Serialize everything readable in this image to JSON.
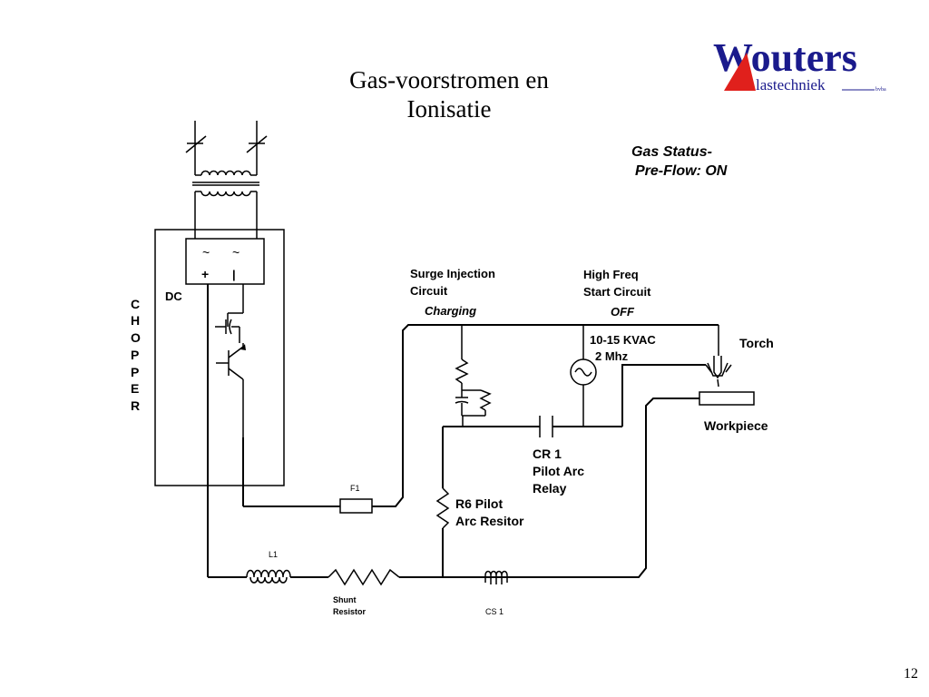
{
  "slide": {
    "title_line1": "Gas-voorstromen en",
    "title_line2": "Ionisatie",
    "page_number": "12"
  },
  "logo": {
    "brand": "Wouters",
    "sub": "lastechniek",
    "suffix": "bvba",
    "brand_color": "#1a1a8c",
    "accent_color": "#e0201c"
  },
  "gas_status": {
    "line1": "Gas Status-",
    "line2": "Pre-Flow: ON"
  },
  "labels": {
    "chopper": [
      "C",
      "H",
      "O",
      "P",
      "P",
      "E",
      "R"
    ],
    "dc": "DC",
    "plus": "+",
    "minus": "|",
    "surge_line1": "Surge Injection",
    "surge_line2": "Circuit",
    "surge_state": "Charging",
    "hf_line1": "High Freq",
    "hf_line2": "Start Circuit",
    "hf_state": "OFF",
    "kvac_line1": "10-15 KVAC",
    "kvac_line2": "2 Mhz",
    "torch": "Torch",
    "workpiece": "Workpiece",
    "cr_line1": "CR 1",
    "cr_line2": "Pilot Arc",
    "cr_line3": "Relay",
    "r6_line1": "R6 Pilot",
    "r6_line2": "Arc Resitor",
    "f1": "F1",
    "l1": "L1",
    "shunt_line1": "Shunt",
    "shunt_line2": "Resistor",
    "cs1": "CS 1"
  }
}
